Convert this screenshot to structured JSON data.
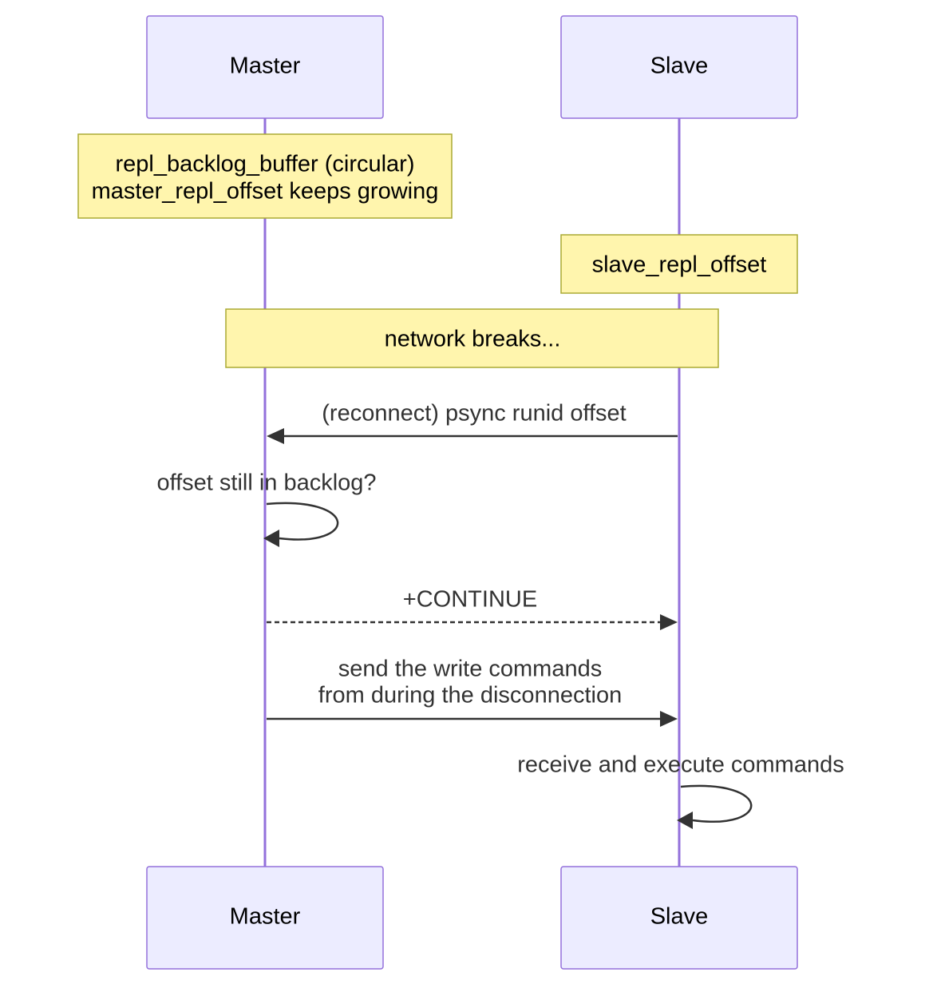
{
  "participants": {
    "master": "Master",
    "slave": "Slave"
  },
  "notes": {
    "backlog_line1": "repl_backlog_buffer (circular)",
    "backlog_line2": "master_repl_offset keeps growing",
    "slave_offset": "slave_repl_offset",
    "network": "network breaks..."
  },
  "messages": {
    "reconnect": "(reconnect) psync runid offset",
    "backlog_check": "offset still in backlog?",
    "continue": "+CONTINUE",
    "send_line1": "send the write commands",
    "send_line2": "from during the disconnection",
    "receive": "receive and execute commands"
  },
  "colors": {
    "actor_fill": "#ececff",
    "actor_border": "#9370db",
    "note_fill": "#fff5ad",
    "note_border": "#aaaa33",
    "message": "#333333"
  }
}
